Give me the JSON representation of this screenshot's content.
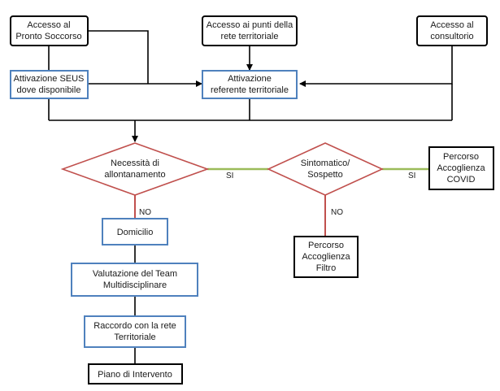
{
  "nodes": {
    "pronto_soccorso": {
      "line1": "Accesso al",
      "line2": "Pronto Soccorso"
    },
    "punti_rete": {
      "line1": "Accesso ai punti della",
      "line2": "rete territoriale"
    },
    "consultorio": {
      "line1": "Accesso al",
      "line2": "consultorio"
    },
    "attivazione_seus": {
      "line1": "Attivazione SEUS",
      "line2": "dove disponibile"
    },
    "attivazione_referente": {
      "line1": "Attivazione",
      "line2": "referente territoriale"
    },
    "necessita": {
      "line1": "Necessità di",
      "line2": "allontanamento"
    },
    "sintomatico": {
      "line1": "Sintomatico/",
      "line2": "Sospetto"
    },
    "percorso_covid": {
      "line1": "Percorso",
      "line2": "Accoglienza",
      "line3": "COVID"
    },
    "percorso_filtro": {
      "line1": "Percorso",
      "line2": "Accoglienza",
      "line3": "Filtro"
    },
    "domicilio": {
      "line1": "Domicilio"
    },
    "valutazione": {
      "line1": "Valutazione del Team",
      "line2": "Multidisciplinare"
    },
    "raccordo": {
      "line1": "Raccordo con la rete",
      "line2": "Territoriale"
    },
    "piano": {
      "line1": "Piano di Intervento"
    }
  },
  "edge_labels": {
    "si_1": "SI",
    "si_2": "SI",
    "no_1": "NO",
    "no_2": "NO"
  },
  "colors": {
    "black_box": "#000000",
    "blue_box": "#4f81bd",
    "diamond": "#c0504d",
    "yes_line": "#9bbb59",
    "no_line": "#c0504d",
    "connector": "#000000"
  }
}
